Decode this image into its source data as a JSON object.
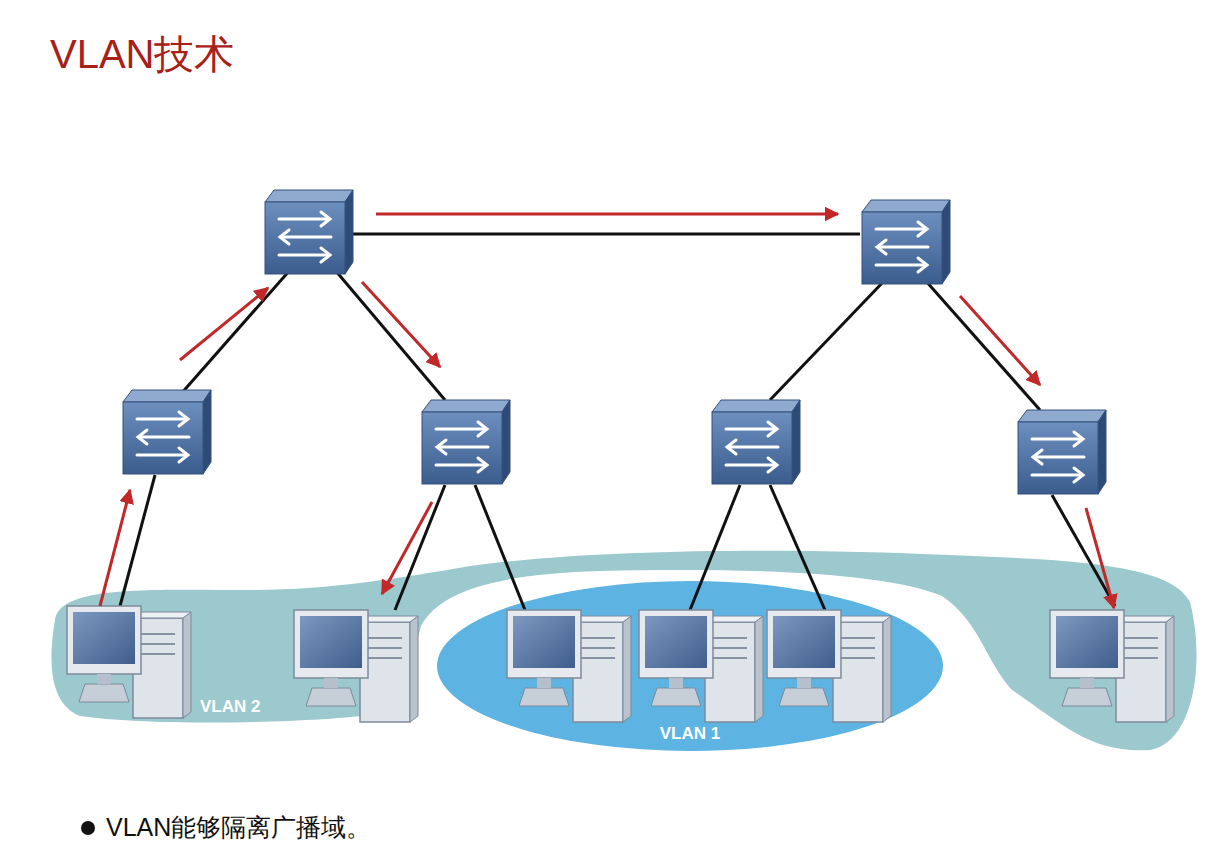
{
  "diagram": {
    "title": "VLAN技术",
    "nodes": [
      {
        "text": [
          "VLAN 2"
        ]
      },
      {
        "text": [
          "VLAN 1"
        ]
      }
    ],
    "labels": [
      "VLAN能够隔离广播域。"
    ]
  }
}
